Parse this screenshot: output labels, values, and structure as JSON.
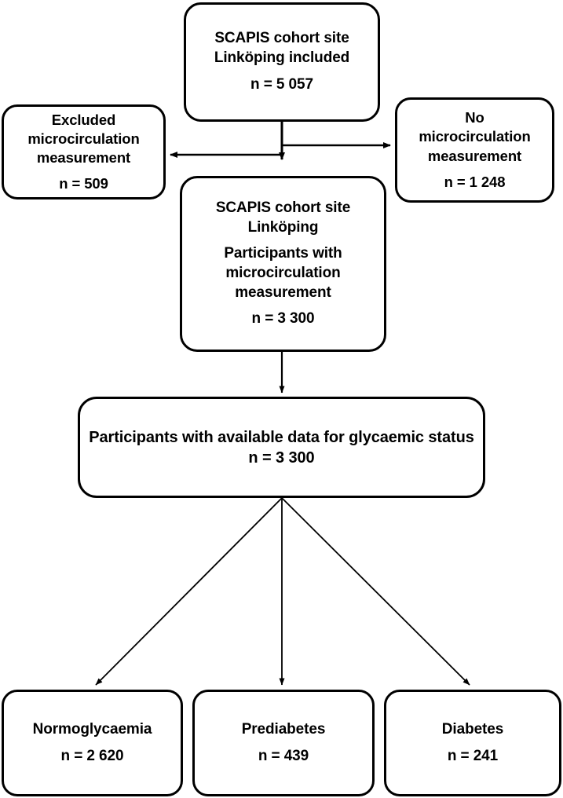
{
  "diagram": {
    "title": "SCAPIS Linkoping participant flow chart",
    "type": "flowchart",
    "stroke_color": "#000000",
    "fill_color": "#ffffff",
    "nodes": [
      {
        "id": "top",
        "name": "scapis-included",
        "lines": [
          "SCAPIS cohort site",
          "Linköping included",
          "n = 5 057"
        ]
      },
      {
        "id": "excluded",
        "name": "excluded-microcirculation",
        "lines": [
          "Excluded",
          "microcirculation",
          "measurement",
          "n = 509"
        ]
      },
      {
        "id": "no_measurement",
        "name": "no-microcirculation",
        "lines": [
          "No",
          "microcirculation",
          "measurement",
          "n = 1 248"
        ]
      },
      {
        "id": "participants_micro",
        "name": "participants-with-microcirculation",
        "lines": [
          "SCAPIS cohort site",
          "Linköping",
          "Participants with",
          "microcirculation",
          "measurement",
          "n = 3 300"
        ]
      },
      {
        "id": "glycaemic",
        "name": "available-glycaemic-data",
        "lines": [
          "Participants with available data for glycaemic status",
          "n = 3 300"
        ]
      },
      {
        "id": "normo",
        "name": "normoglycaemia-group",
        "lines": [
          "Normoglycaemia",
          "n = 2 620"
        ]
      },
      {
        "id": "prediabetes",
        "name": "prediabetes-group",
        "lines": [
          "Prediabetes",
          "n = 439"
        ]
      },
      {
        "id": "diabetes",
        "name": "diabetes-group",
        "lines": [
          "Diabetes",
          "n = 241"
        ]
      }
    ],
    "edges": [
      {
        "from": "top",
        "to": "excluded",
        "name": "edge-top-to-excluded"
      },
      {
        "from": "top",
        "to": "no_measurement",
        "name": "edge-top-to-no-measurement"
      },
      {
        "from": "top",
        "to": "participants_micro",
        "name": "edge-top-to-participants"
      },
      {
        "from": "participants_micro",
        "to": "glycaemic",
        "name": "edge-participants-to-glycaemic"
      },
      {
        "from": "glycaemic",
        "to": "normo",
        "name": "edge-glycaemic-to-normo"
      },
      {
        "from": "glycaemic",
        "to": "prediabetes",
        "name": "edge-glycaemic-to-prediabetes"
      },
      {
        "from": "glycaemic",
        "to": "diabetes",
        "name": "edge-glycaemic-to-diabetes"
      }
    ]
  }
}
